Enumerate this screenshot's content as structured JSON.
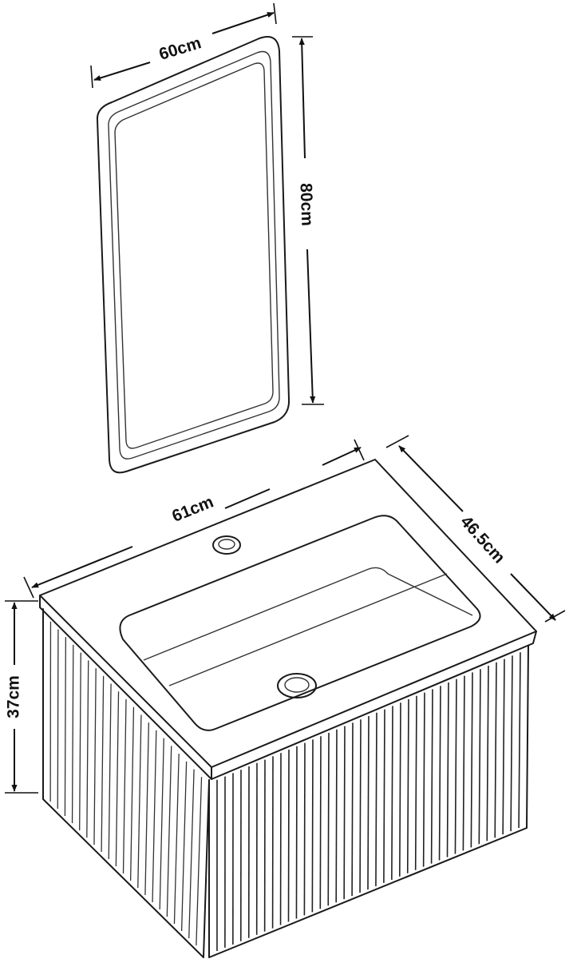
{
  "mirror": {
    "width_label": "60cm",
    "height_label": "80cm"
  },
  "vanity": {
    "width_label": "61cm",
    "depth_label": "46.5cm",
    "height_label": "37cm"
  }
}
